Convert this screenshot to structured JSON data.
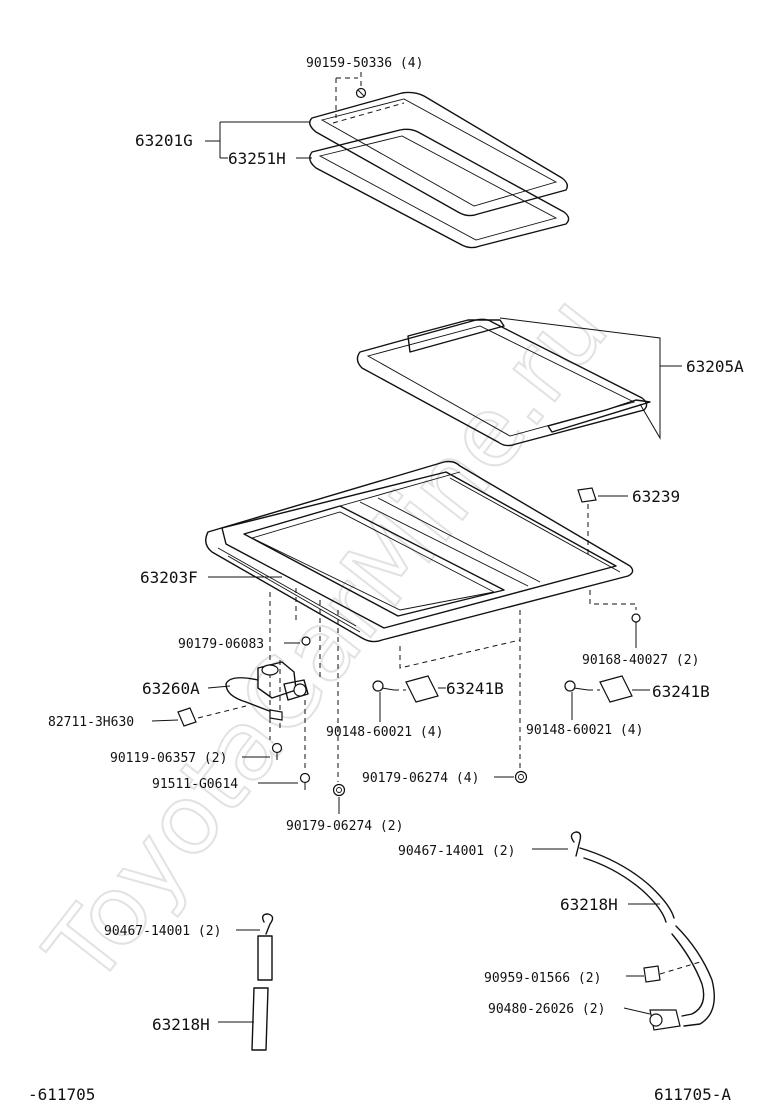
{
  "watermark": "ToyotaCarMine.ru",
  "labels": {
    "screw_top": "90159-50336 (4)",
    "glass": "63201G",
    "weatherstrip": "63251H",
    "sunshade_frame": "63205A",
    "bracket": "63239",
    "housing": "63203F",
    "bolt_a": "90179-06083",
    "motor": "63260A",
    "clip_82711": "82711-3H630",
    "screw_90119": "90119-06357 (2)",
    "washer_91511": "91511-G0614",
    "nut_90179_left": "90179-06274 (2)",
    "guide_left": "63241B",
    "screw_90148_left": "90148-60021 (4)",
    "guide_right": "63241B",
    "screw_90148_right": "90148-60021 (4)",
    "bolt_90168": "90168-40027 (2)",
    "nut_90179_right": "90179-06274 (4)",
    "clamp_right": "90467-14001 (2)",
    "hose_right": "63218H",
    "clip_90959": "90959-01566 (2)",
    "clip_90480": "90480-26026 (2)",
    "clamp_left": "90467-14001 (2)",
    "hose_left": "63218H"
  },
  "footer": {
    "left_code": "-611705",
    "right_code": "611705-A"
  }
}
